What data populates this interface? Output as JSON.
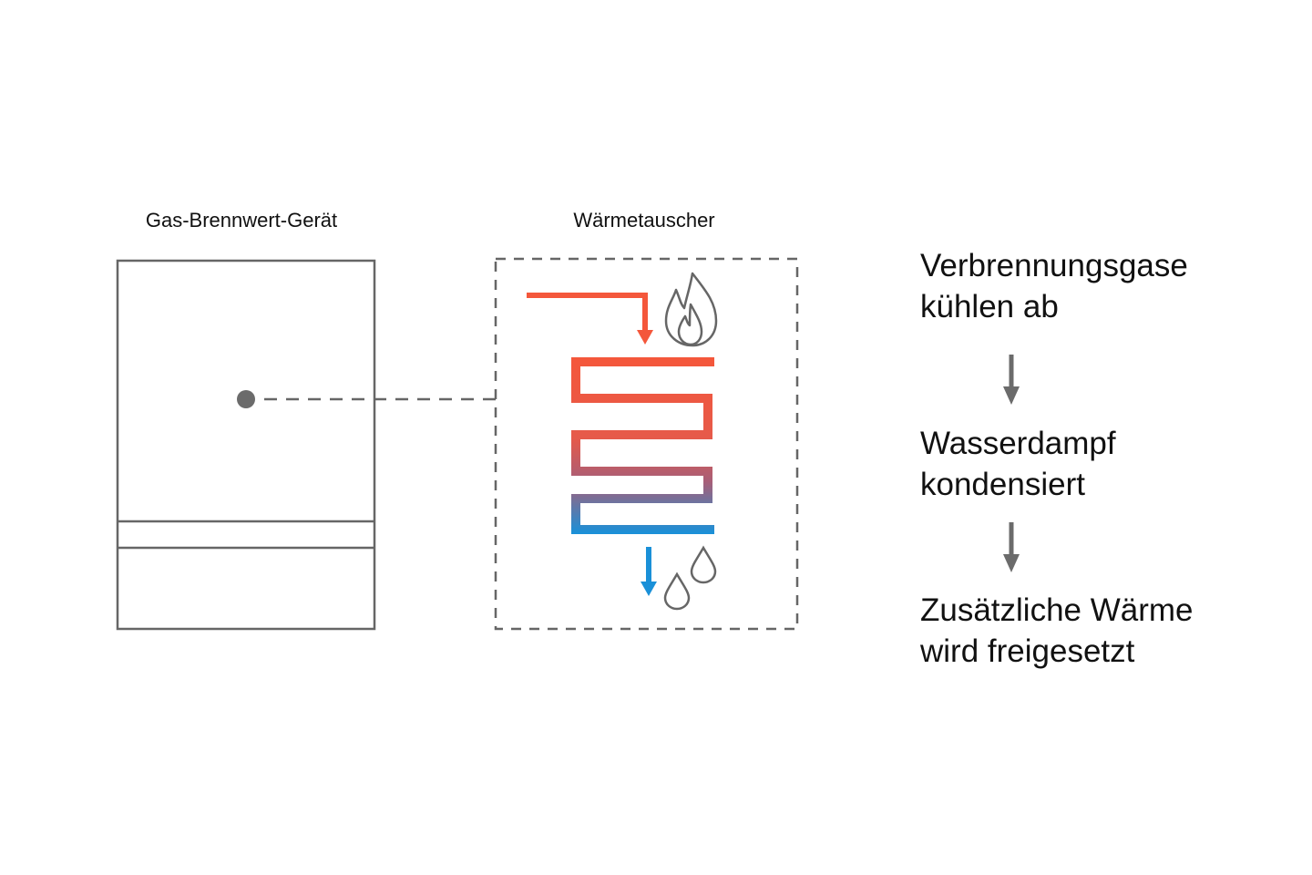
{
  "labels": {
    "device": "Gas-Brennwert-Gerät",
    "exchanger": "Wärmetauscher"
  },
  "steps": [
    {
      "line1": "Verbrennungsgase",
      "line2": "kühlen ab"
    },
    {
      "line1": "Wasserdampf",
      "line2": "kondensiert"
    },
    {
      "line1": "Zusätzliche Wärme",
      "line2": "wird freigesetzt"
    }
  ],
  "colors": {
    "hot": "#f4573b",
    "cold": "#1a90d8",
    "outline": "#666666",
    "arrow": "#6b6b6b"
  },
  "icons": {
    "flame": "flame-icon",
    "droplet": "droplet-icon"
  }
}
